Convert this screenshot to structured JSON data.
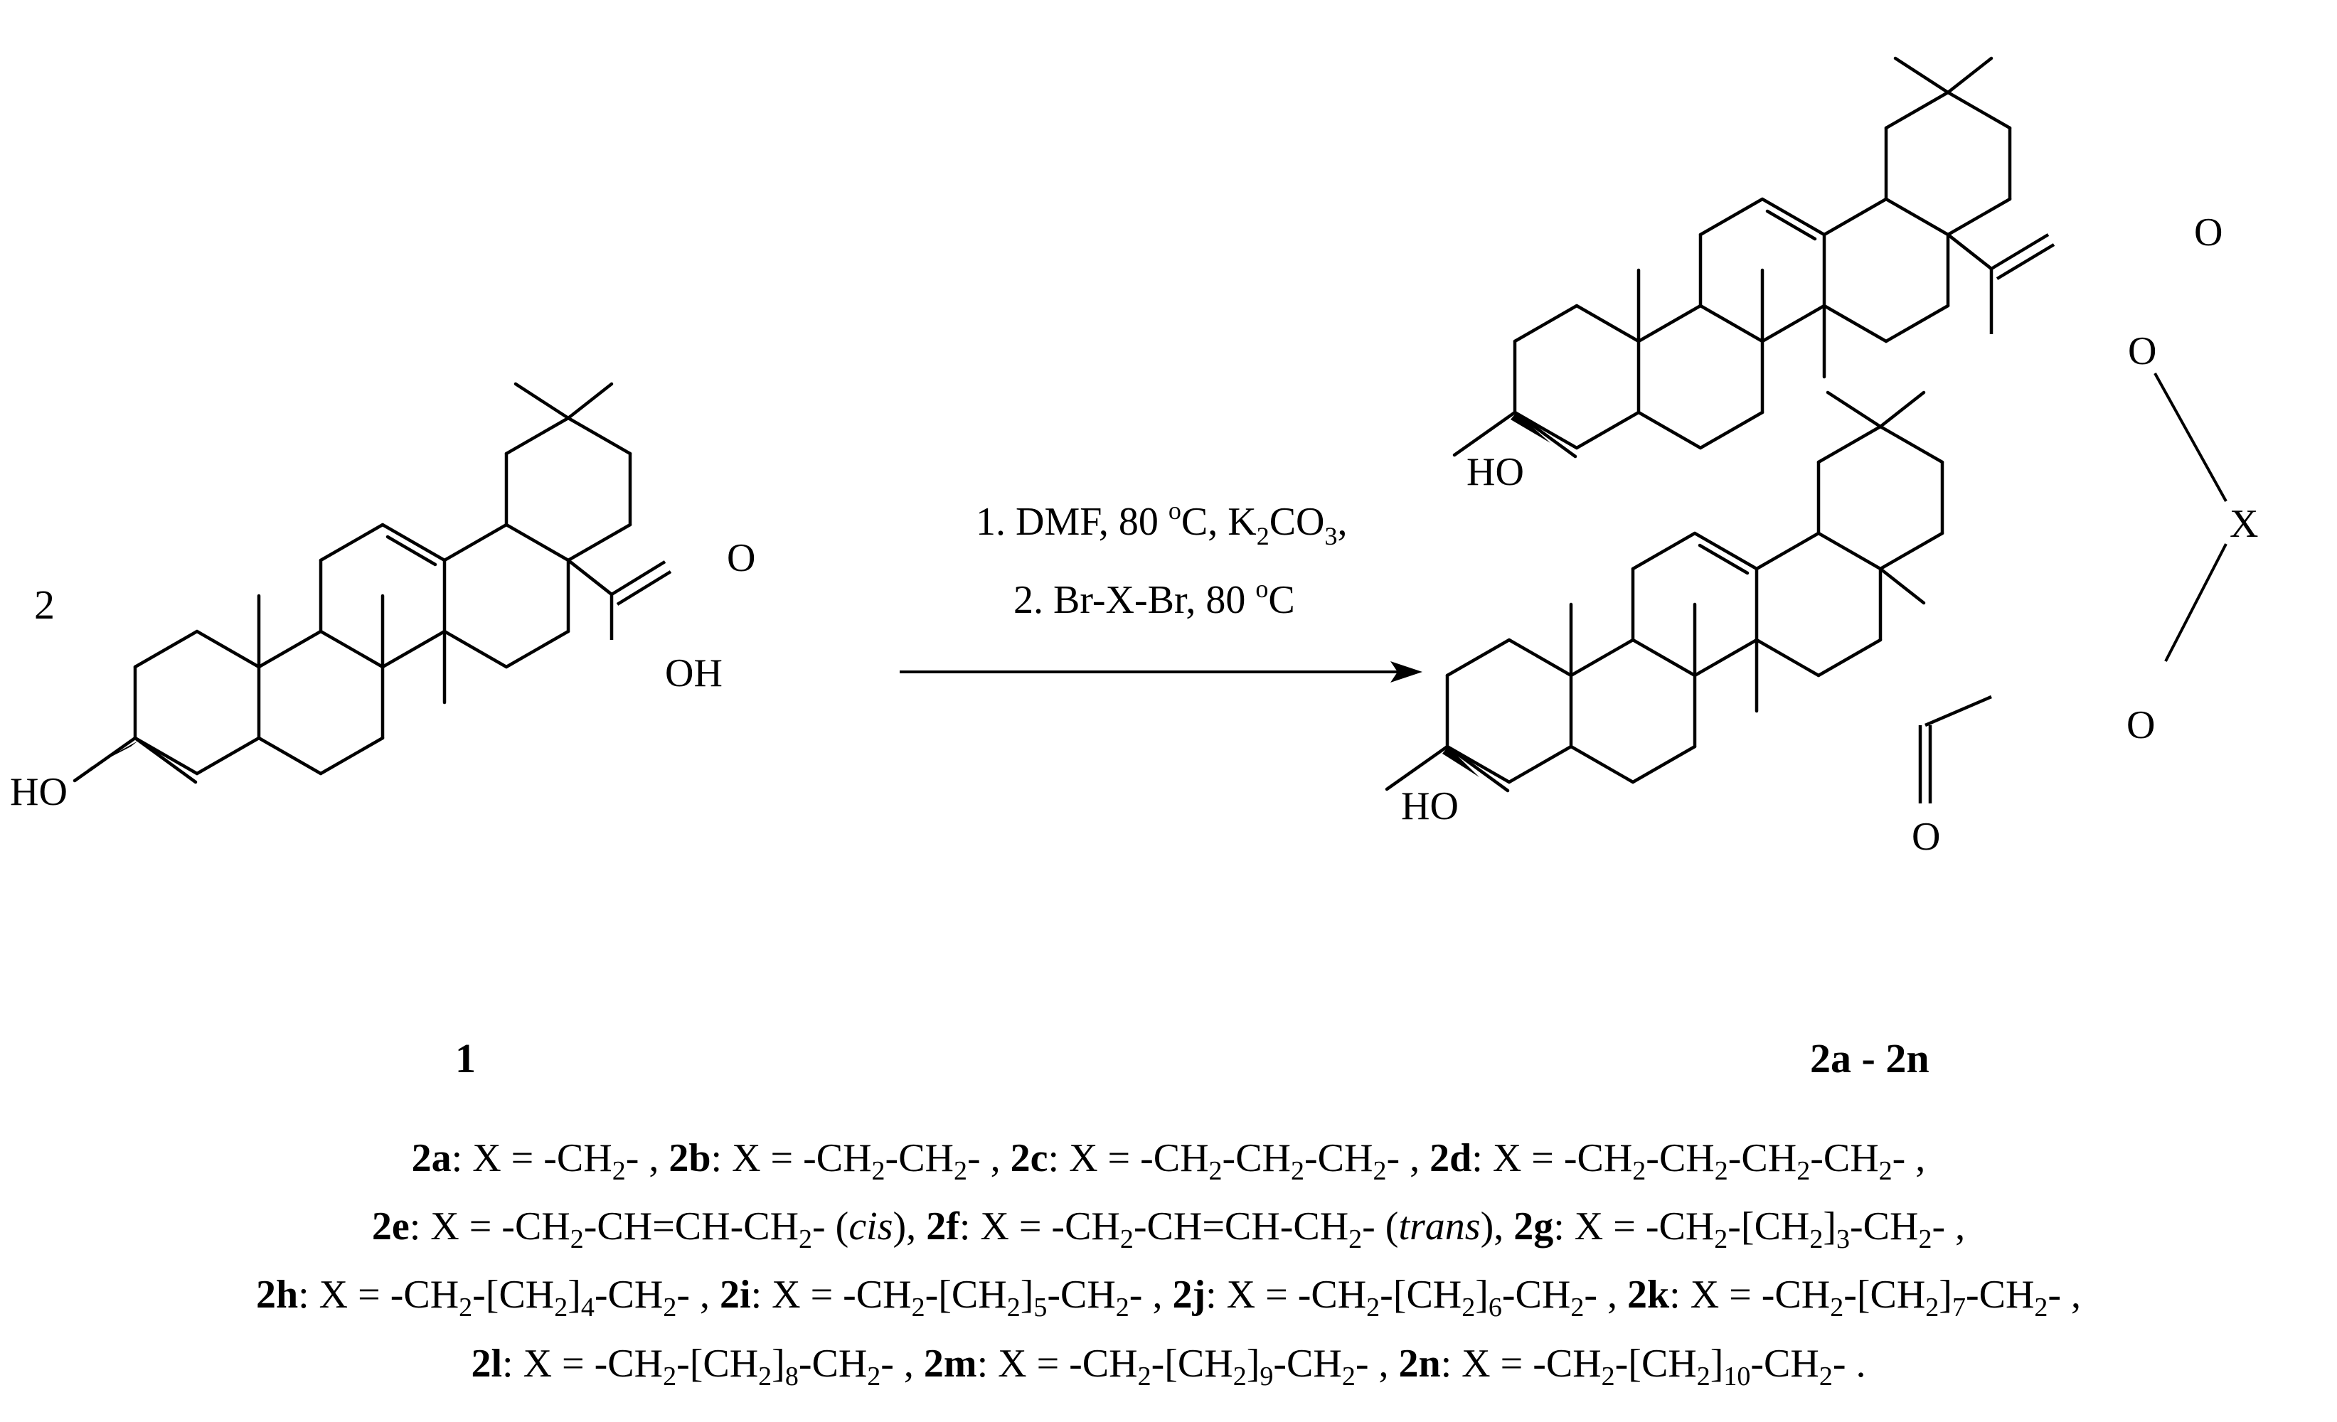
{
  "reactant": {
    "coefficient": "2",
    "label": "1",
    "HO": "HO",
    "O": "O",
    "OH": "OH"
  },
  "conditions": {
    "line1": [
      "1. DMF, 80 ",
      "o",
      "C, K",
      "2",
      "CO",
      "3",
      ","
    ],
    "line2": [
      "2. Br-X-Br, 80 ",
      "o",
      "C"
    ]
  },
  "product": {
    "label": "2a - 2n",
    "HO_top": "HO",
    "HO_bottom": "HO",
    "O_top_carbonyl": "O",
    "O_top_ester": "O",
    "X": "X",
    "O_bottom_ester": "O",
    "O_bottom_carbonyl": "O"
  },
  "legend": {
    "rows": [
      [
        {
          "t": "2a",
          "b": 1
        },
        {
          "t": ": X = -CH"
        },
        {
          "t": "2",
          "s": 1
        },
        {
          "t": "- ,  "
        },
        {
          "t": "2b",
          "b": 1
        },
        {
          "t": ": X = -CH"
        },
        {
          "t": "2",
          "s": 1
        },
        {
          "t": "-CH"
        },
        {
          "t": "2",
          "s": 1
        },
        {
          "t": "- ,  "
        },
        {
          "t": "2c",
          "b": 1
        },
        {
          "t": ": X = -CH"
        },
        {
          "t": "2",
          "s": 1
        },
        {
          "t": "-CH"
        },
        {
          "t": "2",
          "s": 1
        },
        {
          "t": "-CH"
        },
        {
          "t": "2",
          "s": 1
        },
        {
          "t": "- ,  "
        },
        {
          "t": "2d",
          "b": 1
        },
        {
          "t": ": X = -CH"
        },
        {
          "t": "2",
          "s": 1
        },
        {
          "t": "-CH"
        },
        {
          "t": "2",
          "s": 1
        },
        {
          "t": "-CH"
        },
        {
          "t": "2",
          "s": 1
        },
        {
          "t": "-CH"
        },
        {
          "t": "2",
          "s": 1
        },
        {
          "t": "- ,"
        }
      ],
      [
        {
          "t": "2e",
          "b": 1
        },
        {
          "t": ": X = -CH"
        },
        {
          "t": "2",
          "s": 1
        },
        {
          "t": "-CH=CH-CH"
        },
        {
          "t": "2",
          "s": 1
        },
        {
          "t": "- ("
        },
        {
          "t": "cis",
          "i": 1
        },
        {
          "t": "),  "
        },
        {
          "t": "2f",
          "b": 1
        },
        {
          "t": ": X = -CH"
        },
        {
          "t": "2",
          "s": 1
        },
        {
          "t": "-CH=CH-CH"
        },
        {
          "t": "2",
          "s": 1
        },
        {
          "t": "- ("
        },
        {
          "t": "trans",
          "i": 1
        },
        {
          "t": "), "
        },
        {
          "t": "2g",
          "b": 1
        },
        {
          "t": ": X = -CH"
        },
        {
          "t": "2",
          "s": 1
        },
        {
          "t": "-[CH"
        },
        {
          "t": "2",
          "s": 1
        },
        {
          "t": "]"
        },
        {
          "t": "3",
          "s": 1
        },
        {
          "t": "-CH"
        },
        {
          "t": "2",
          "s": 1
        },
        {
          "t": "- ,"
        }
      ],
      [
        {
          "t": "2h",
          "b": 1
        },
        {
          "t": ": X = -CH"
        },
        {
          "t": "2",
          "s": 1
        },
        {
          "t": "-[CH"
        },
        {
          "t": "2",
          "s": 1
        },
        {
          "t": "]"
        },
        {
          "t": "4",
          "s": 1
        },
        {
          "t": "-CH"
        },
        {
          "t": "2",
          "s": 1
        },
        {
          "t": "- ,  "
        },
        {
          "t": "2i",
          "b": 1
        },
        {
          "t": ": X = -CH"
        },
        {
          "t": "2",
          "s": 1
        },
        {
          "t": "-[CH"
        },
        {
          "t": "2",
          "s": 1
        },
        {
          "t": "]"
        },
        {
          "t": "5",
          "s": 1
        },
        {
          "t": "-CH"
        },
        {
          "t": "2",
          "s": 1
        },
        {
          "t": "- ,  "
        },
        {
          "t": "2j",
          "b": 1
        },
        {
          "t": ": X = -CH"
        },
        {
          "t": "2",
          "s": 1
        },
        {
          "t": "-[CH"
        },
        {
          "t": "2",
          "s": 1
        },
        {
          "t": "]"
        },
        {
          "t": "6",
          "s": 1
        },
        {
          "t": "-CH"
        },
        {
          "t": "2",
          "s": 1
        },
        {
          "t": "- ,  "
        },
        {
          "t": "2k",
          "b": 1
        },
        {
          "t": ": X = -CH"
        },
        {
          "t": "2",
          "s": 1
        },
        {
          "t": "-[CH"
        },
        {
          "t": "2",
          "s": 1
        },
        {
          "t": "]"
        },
        {
          "t": "7",
          "s": 1
        },
        {
          "t": "-CH"
        },
        {
          "t": "2",
          "s": 1
        },
        {
          "t": "- ,"
        }
      ],
      [
        {
          "t": "2l",
          "b": 1
        },
        {
          "t": ": X = -CH"
        },
        {
          "t": "2",
          "s": 1
        },
        {
          "t": "-[CH"
        },
        {
          "t": "2",
          "s": 1
        },
        {
          "t": "]"
        },
        {
          "t": "8",
          "s": 1
        },
        {
          "t": "-CH"
        },
        {
          "t": "2",
          "s": 1
        },
        {
          "t": "- ,  "
        },
        {
          "t": "2m",
          "b": 1
        },
        {
          "t": ": X = -CH"
        },
        {
          "t": "2",
          "s": 1
        },
        {
          "t": "-[CH"
        },
        {
          "t": "2",
          "s": 1
        },
        {
          "t": "]"
        },
        {
          "t": "9",
          "s": 1
        },
        {
          "t": "-CH"
        },
        {
          "t": "2",
          "s": 1
        },
        {
          "t": "- ,  "
        },
        {
          "t": "2n",
          "b": 1
        },
        {
          "t": ": X = -CH"
        },
        {
          "t": "2",
          "s": 1
        },
        {
          "t": "-[CH"
        },
        {
          "t": "2",
          "s": 1
        },
        {
          "t": "]"
        },
        {
          "t": "10",
          "s": 1
        },
        {
          "t": "-CH"
        },
        {
          "t": "2",
          "s": 1
        },
        {
          "t": "- ."
        }
      ]
    ]
  }
}
